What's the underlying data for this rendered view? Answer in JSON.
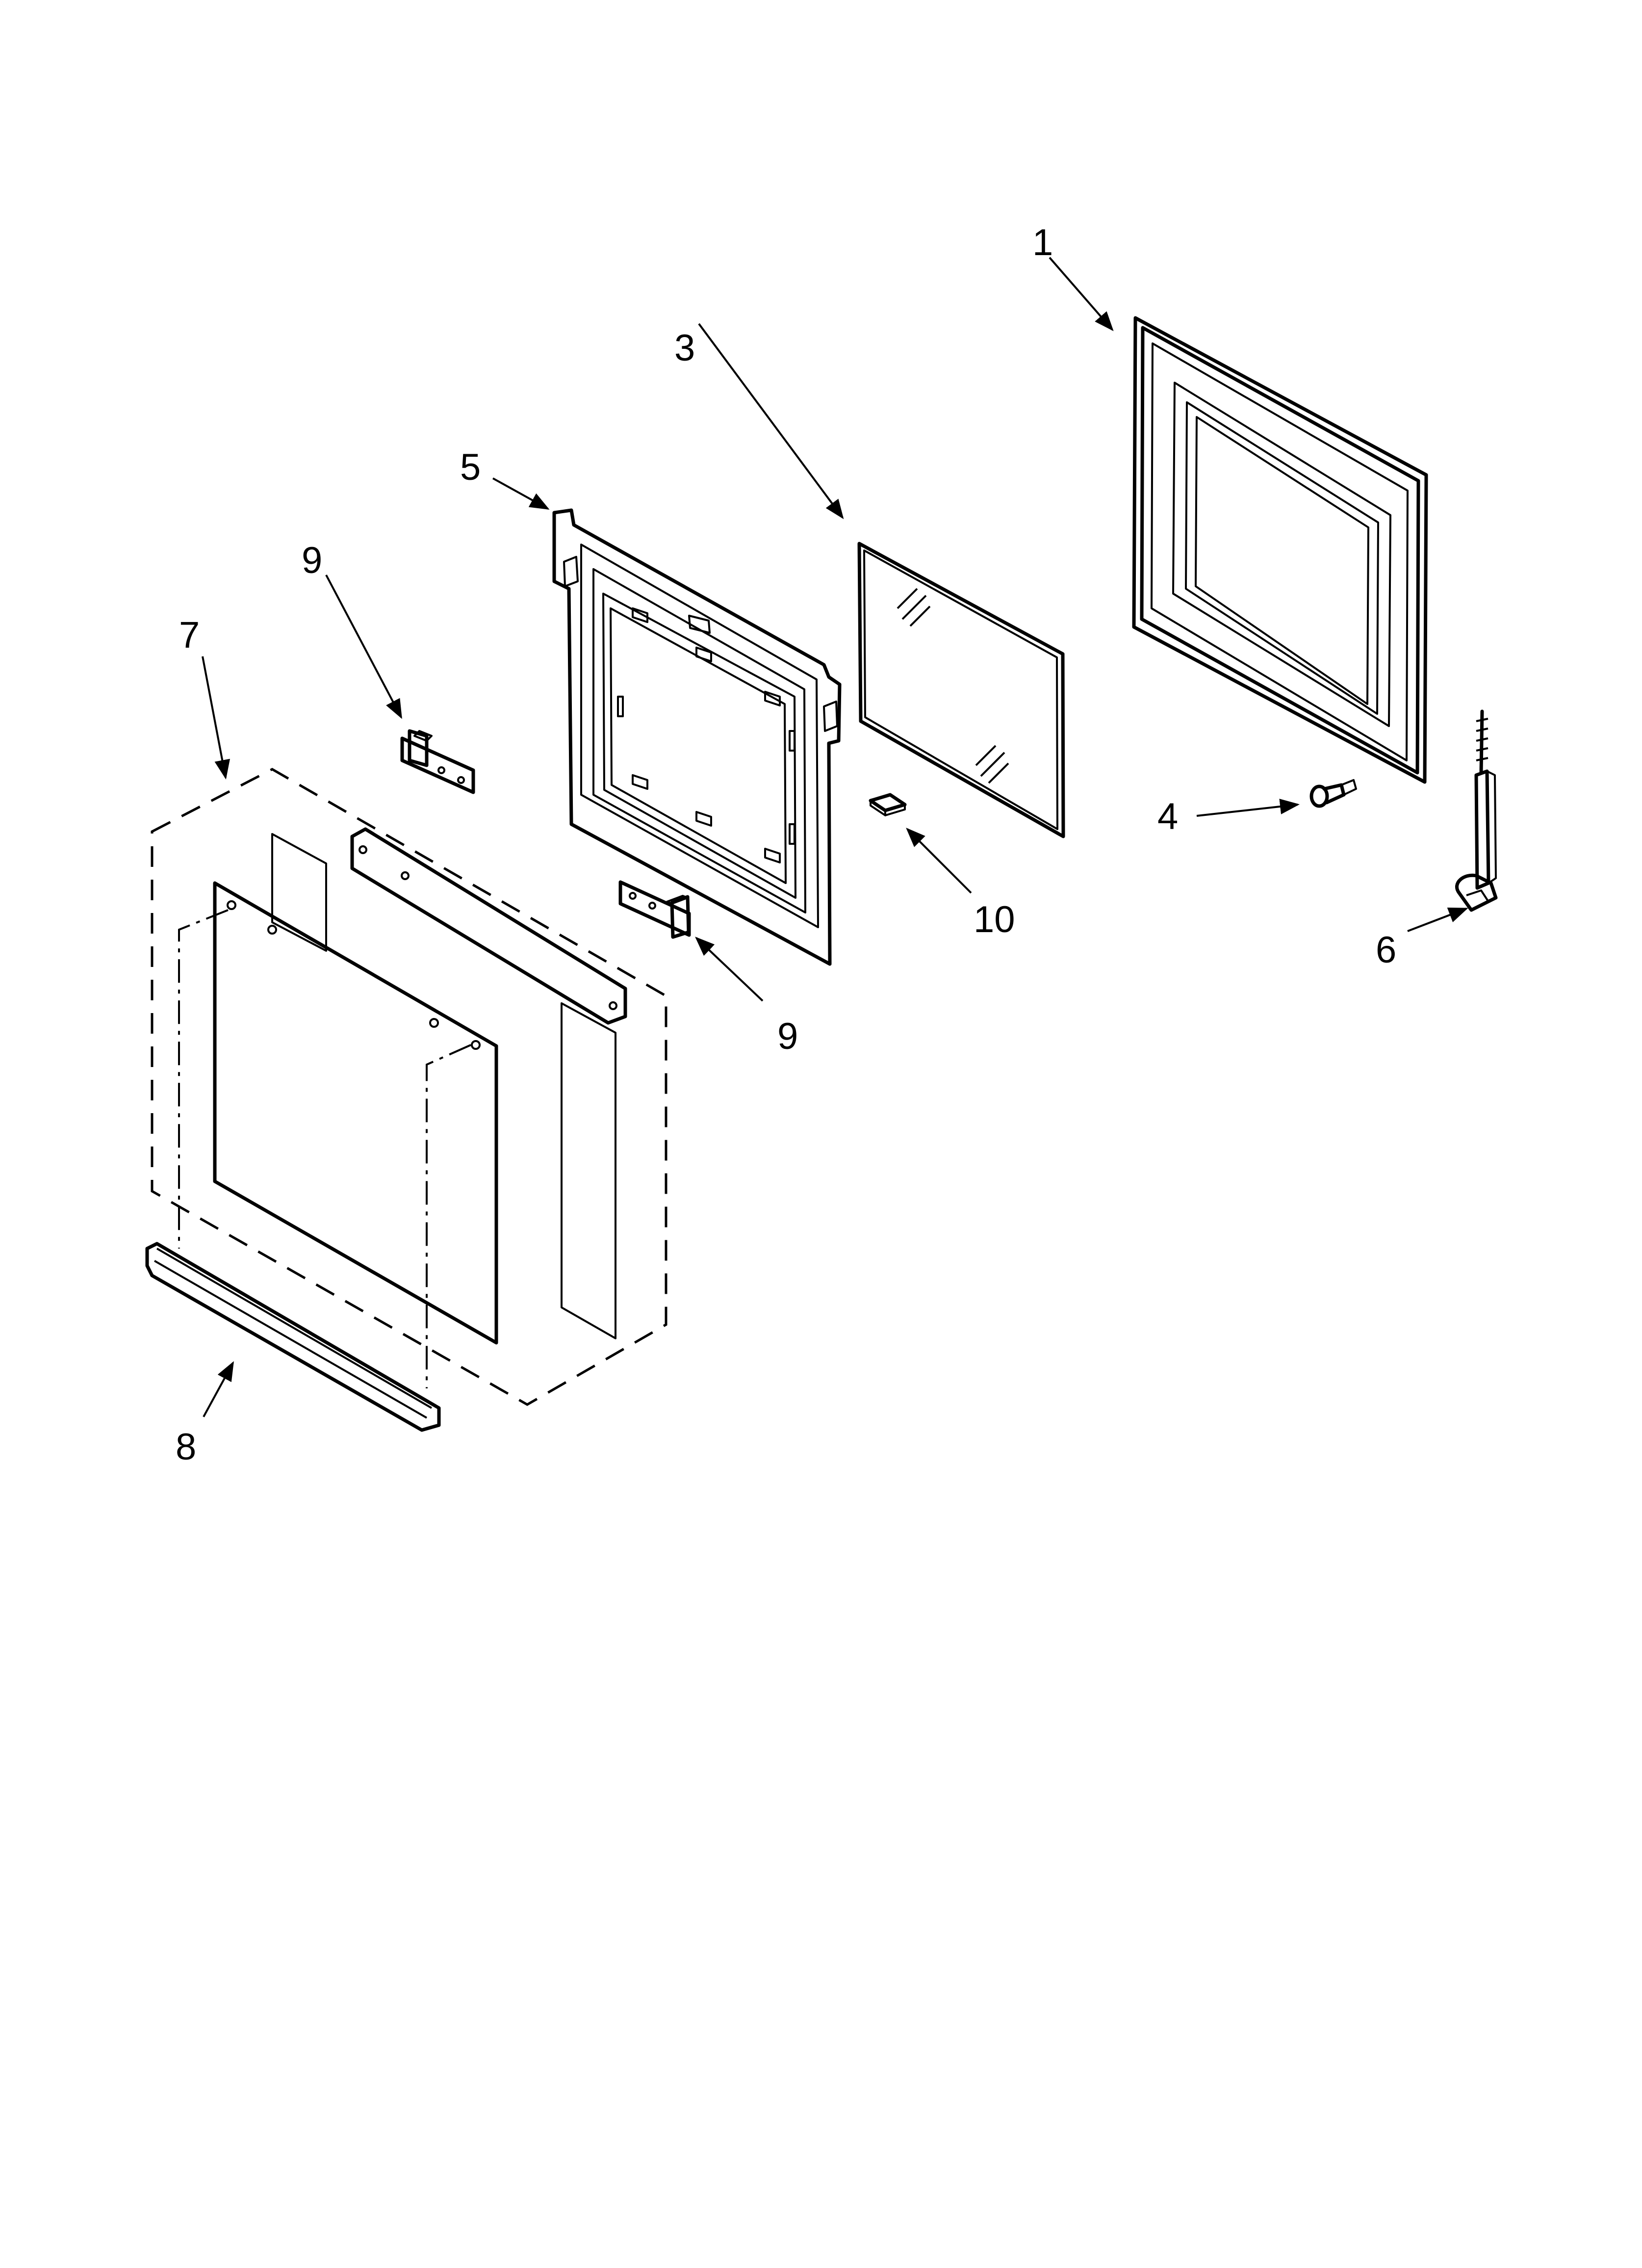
{
  "diagram": {
    "background": "#ffffff",
    "line_color": "#000000",
    "callouts": [
      {
        "id": "1",
        "text": "1"
      },
      {
        "id": "3",
        "text": "3"
      },
      {
        "id": "5",
        "text": "5"
      },
      {
        "id": "9a",
        "text": "9"
      },
      {
        "id": "7",
        "text": "7"
      },
      {
        "id": "4",
        "text": "4"
      },
      {
        "id": "10",
        "text": "10"
      },
      {
        "id": "6",
        "text": "6"
      },
      {
        "id": "9b",
        "text": "9"
      },
      {
        "id": "8",
        "text": "8"
      }
    ]
  }
}
